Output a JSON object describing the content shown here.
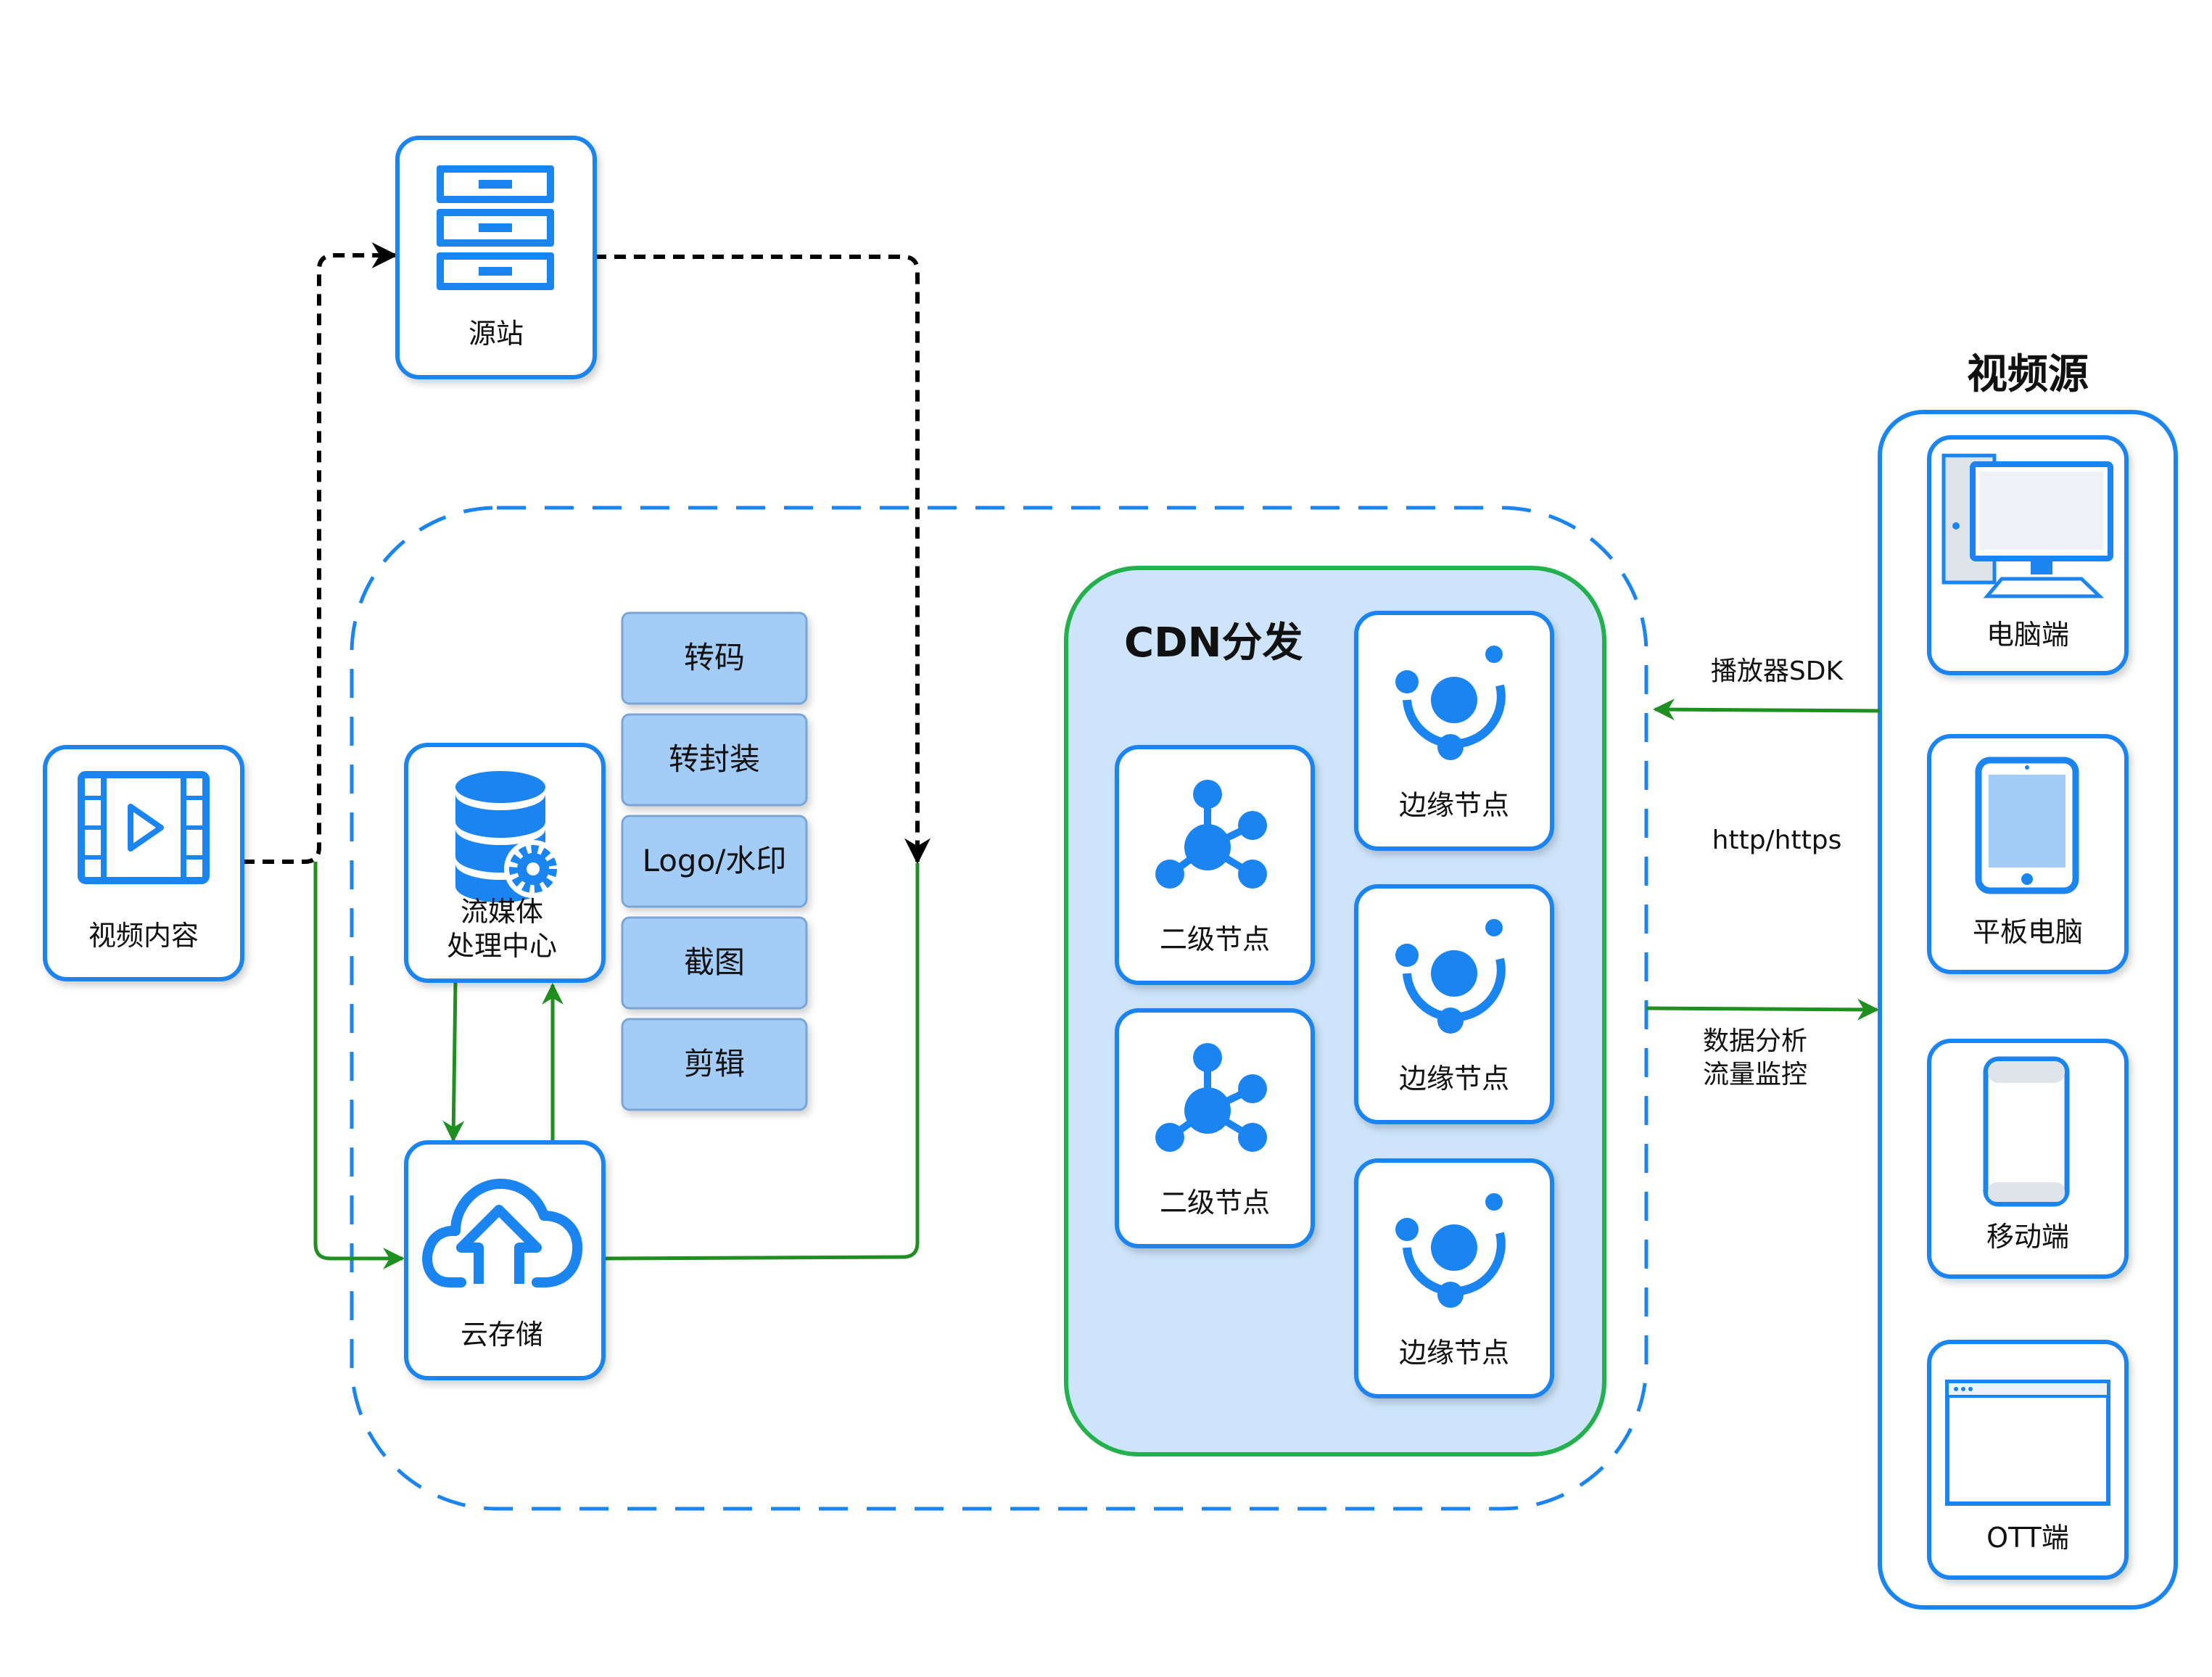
{
  "title": "视频源",
  "nodes": {
    "video_content": "视频内容",
    "origin": "源站",
    "media_center_line1": "流媒体",
    "media_center_line2": "处理中心",
    "cloud_storage": "云存储",
    "cdn_title": "CDN分发",
    "secondary_node_1": "二级节点",
    "secondary_node_2": "二级节点",
    "edge_node_1": "边缘节点",
    "edge_node_2": "边缘节点",
    "edge_node_3": "边缘节点"
  },
  "processing": [
    "转码",
    "转封装",
    "Logo/水印",
    "截图",
    "剪辑"
  ],
  "edges": {
    "player_sdk": "播放器SDK",
    "protocol": "http/https",
    "analytics_line1": "数据分析",
    "analytics_line2": "流量监控"
  },
  "devices": [
    "电脑端",
    "平板电脑",
    "移动端",
    "OTT端"
  ],
  "colors": {
    "blue": "#1a84f0",
    "green": "#22b14c",
    "arrow_green": "#1f8f1f",
    "cdn_fill": "#cde4fa",
    "proc_fill": "#a3cdf7"
  }
}
